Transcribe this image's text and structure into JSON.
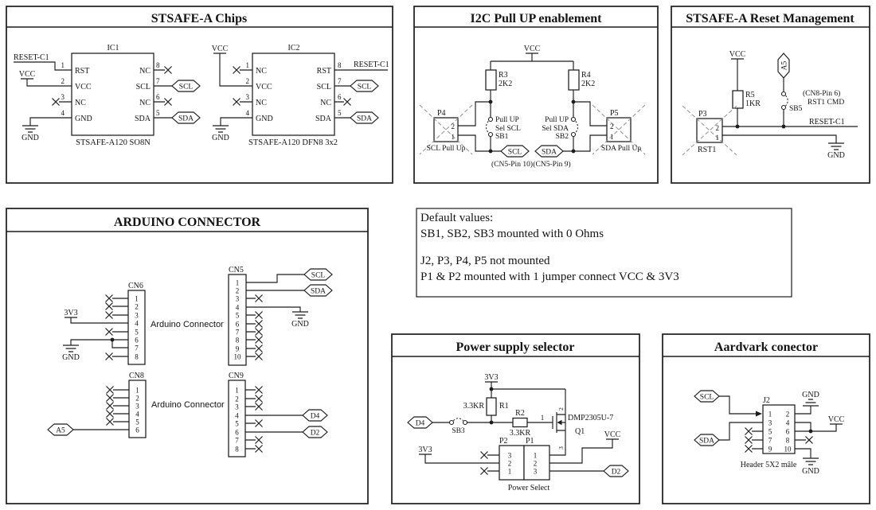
{
  "stsafe_chips": {
    "title": "STSAFE-A Chips",
    "ic1": {
      "ref": "IC1",
      "part": "STSAFE-A120 SO8N",
      "left": [
        {
          "n": "1",
          "name": "RST"
        },
        {
          "n": "2",
          "name": "VCC"
        },
        {
          "n": "3",
          "name": "NC"
        },
        {
          "n": "4",
          "name": "GND"
        }
      ],
      "right": [
        {
          "n": "8",
          "name": "NC"
        },
        {
          "n": "7",
          "name": "SCL"
        },
        {
          "n": "6",
          "name": "NC"
        },
        {
          "n": "5",
          "name": "SDA"
        }
      ],
      "reset": "RESET-C1",
      "vcc": "VCC",
      "gnd": "GND",
      "scl": "SCL",
      "sda": "SDA"
    },
    "ic2": {
      "ref": "IC2",
      "part": "STSAFE-A120 DFN8 3x2",
      "left": [
        {
          "n": "1",
          "name": "NC"
        },
        {
          "n": "2",
          "name": "VCC"
        },
        {
          "n": "3",
          "name": "NC"
        },
        {
          "n": "4",
          "name": "GND"
        }
      ],
      "right": [
        {
          "n": "8",
          "name": "RST"
        },
        {
          "n": "7",
          "name": "SCL"
        },
        {
          "n": "6",
          "name": "NC"
        },
        {
          "n": "5",
          "name": "SDA"
        }
      ],
      "reset": "RESET-C1",
      "vcc": "VCC",
      "gnd": "GND",
      "scl": "SCL",
      "sda": "SDA"
    }
  },
  "i2c_pullup": {
    "title": "I2C Pull UP enablement",
    "vcc": "VCC",
    "r3": {
      "ref": "R3",
      "val": "2K2"
    },
    "r4": {
      "ref": "R4",
      "val": "2K2"
    },
    "sb1": {
      "l1": "Pull UP",
      "l2": "Sel SCL",
      "ref": "SB1"
    },
    "sb2": {
      "l1": "Pull UP",
      "l2": "Sel SDA",
      "ref": "SB2"
    },
    "p4": {
      "ref": "P4",
      "p2": "2",
      "p1": "1",
      "label": "SCL Pull Up"
    },
    "p5": {
      "ref": "P5",
      "p2": "2",
      "p1": "1",
      "label": "SDA Pull Up"
    },
    "scl": "SCL",
    "sda": "SDA",
    "scl_note": "(CN5-Pin 10)",
    "sda_note": "(CN5-Pin 9)"
  },
  "reset_mgmt": {
    "title": "STSAFE-A Reset Management",
    "vcc": "VCC",
    "r5": {
      "ref": "R5",
      "val": "1KR"
    },
    "a5": "A5",
    "sb5": "SB5",
    "note1": "(CN8-Pin 6)",
    "note2": "RST1 CMD",
    "reset": "RESET-C1",
    "gnd": "GND",
    "p3": {
      "ref": "P3",
      "p2": "2",
      "p1": "1",
      "label": "RST1"
    }
  },
  "arduino": {
    "title": "ARDUINO CONNECTOR",
    "cn6": {
      "ref": "CN6",
      "label": "Arduino Connector",
      "v33": "3V3",
      "gnd": "GND",
      "pins": [
        "1",
        "2",
        "3",
        "4",
        "5",
        "6",
        "7",
        "8"
      ]
    },
    "cn5": {
      "ref": "CN5",
      "scl": "SCL",
      "sda": "SDA",
      "gnd": "GND",
      "pins": [
        "1",
        "2",
        "3",
        "4",
        "5",
        "6",
        "7",
        "8",
        "9",
        "10"
      ]
    },
    "cn8": {
      "ref": "CN8",
      "label": "Arduino Connector",
      "a5": "A5",
      "pins": [
        "1",
        "2",
        "3",
        "4",
        "5",
        "6"
      ]
    },
    "cn9": {
      "ref": "CN9",
      "d4": "D4",
      "d2": "D2",
      "pins": [
        "1",
        "2",
        "3",
        "4",
        "5",
        "6",
        "7",
        "8"
      ]
    }
  },
  "defaults_note": {
    "l1": "Default values:",
    "l2": "SB1, SB2, SB3 mounted with 0 Ohms",
    "l3": "J2, P3, P4, P5 not mounted",
    "l4": "P1 & P2 mounted with 1 jumper connect  VCC & 3V3"
  },
  "power": {
    "title": "Power supply selector",
    "v33_top": "3V3",
    "v33_left": "3V3",
    "vcc": "VCC",
    "r1": {
      "val": "3.3KR",
      "ref": "R1"
    },
    "r2": {
      "ref": "R2",
      "val": "3.3KR"
    },
    "d4": "D4",
    "sb3": "SB3",
    "d2": "D2",
    "q1": {
      "part": "DMP2305U-7",
      "ref": "Q1",
      "g": "1",
      "s": "2",
      "d": "3"
    },
    "p2": {
      "ref": "P2",
      "pins": [
        "3",
        "2",
        "1"
      ]
    },
    "p1": {
      "ref": "P1",
      "pins": [
        "1",
        "2",
        "3"
      ]
    },
    "label": "Power Select"
  },
  "aardvark": {
    "title": "Aardvark conector",
    "scl": "SCL",
    "sda": "SDA",
    "vcc": "VCC",
    "gnd_top": "GND",
    "gnd_bot": "GND",
    "j2": {
      "ref": "J2",
      "label": "Header 5X2 mâle",
      "left": [
        "1",
        "3",
        "5",
        "7",
        "9"
      ],
      "right": [
        "2",
        "4",
        "6",
        "8",
        "10"
      ]
    }
  }
}
